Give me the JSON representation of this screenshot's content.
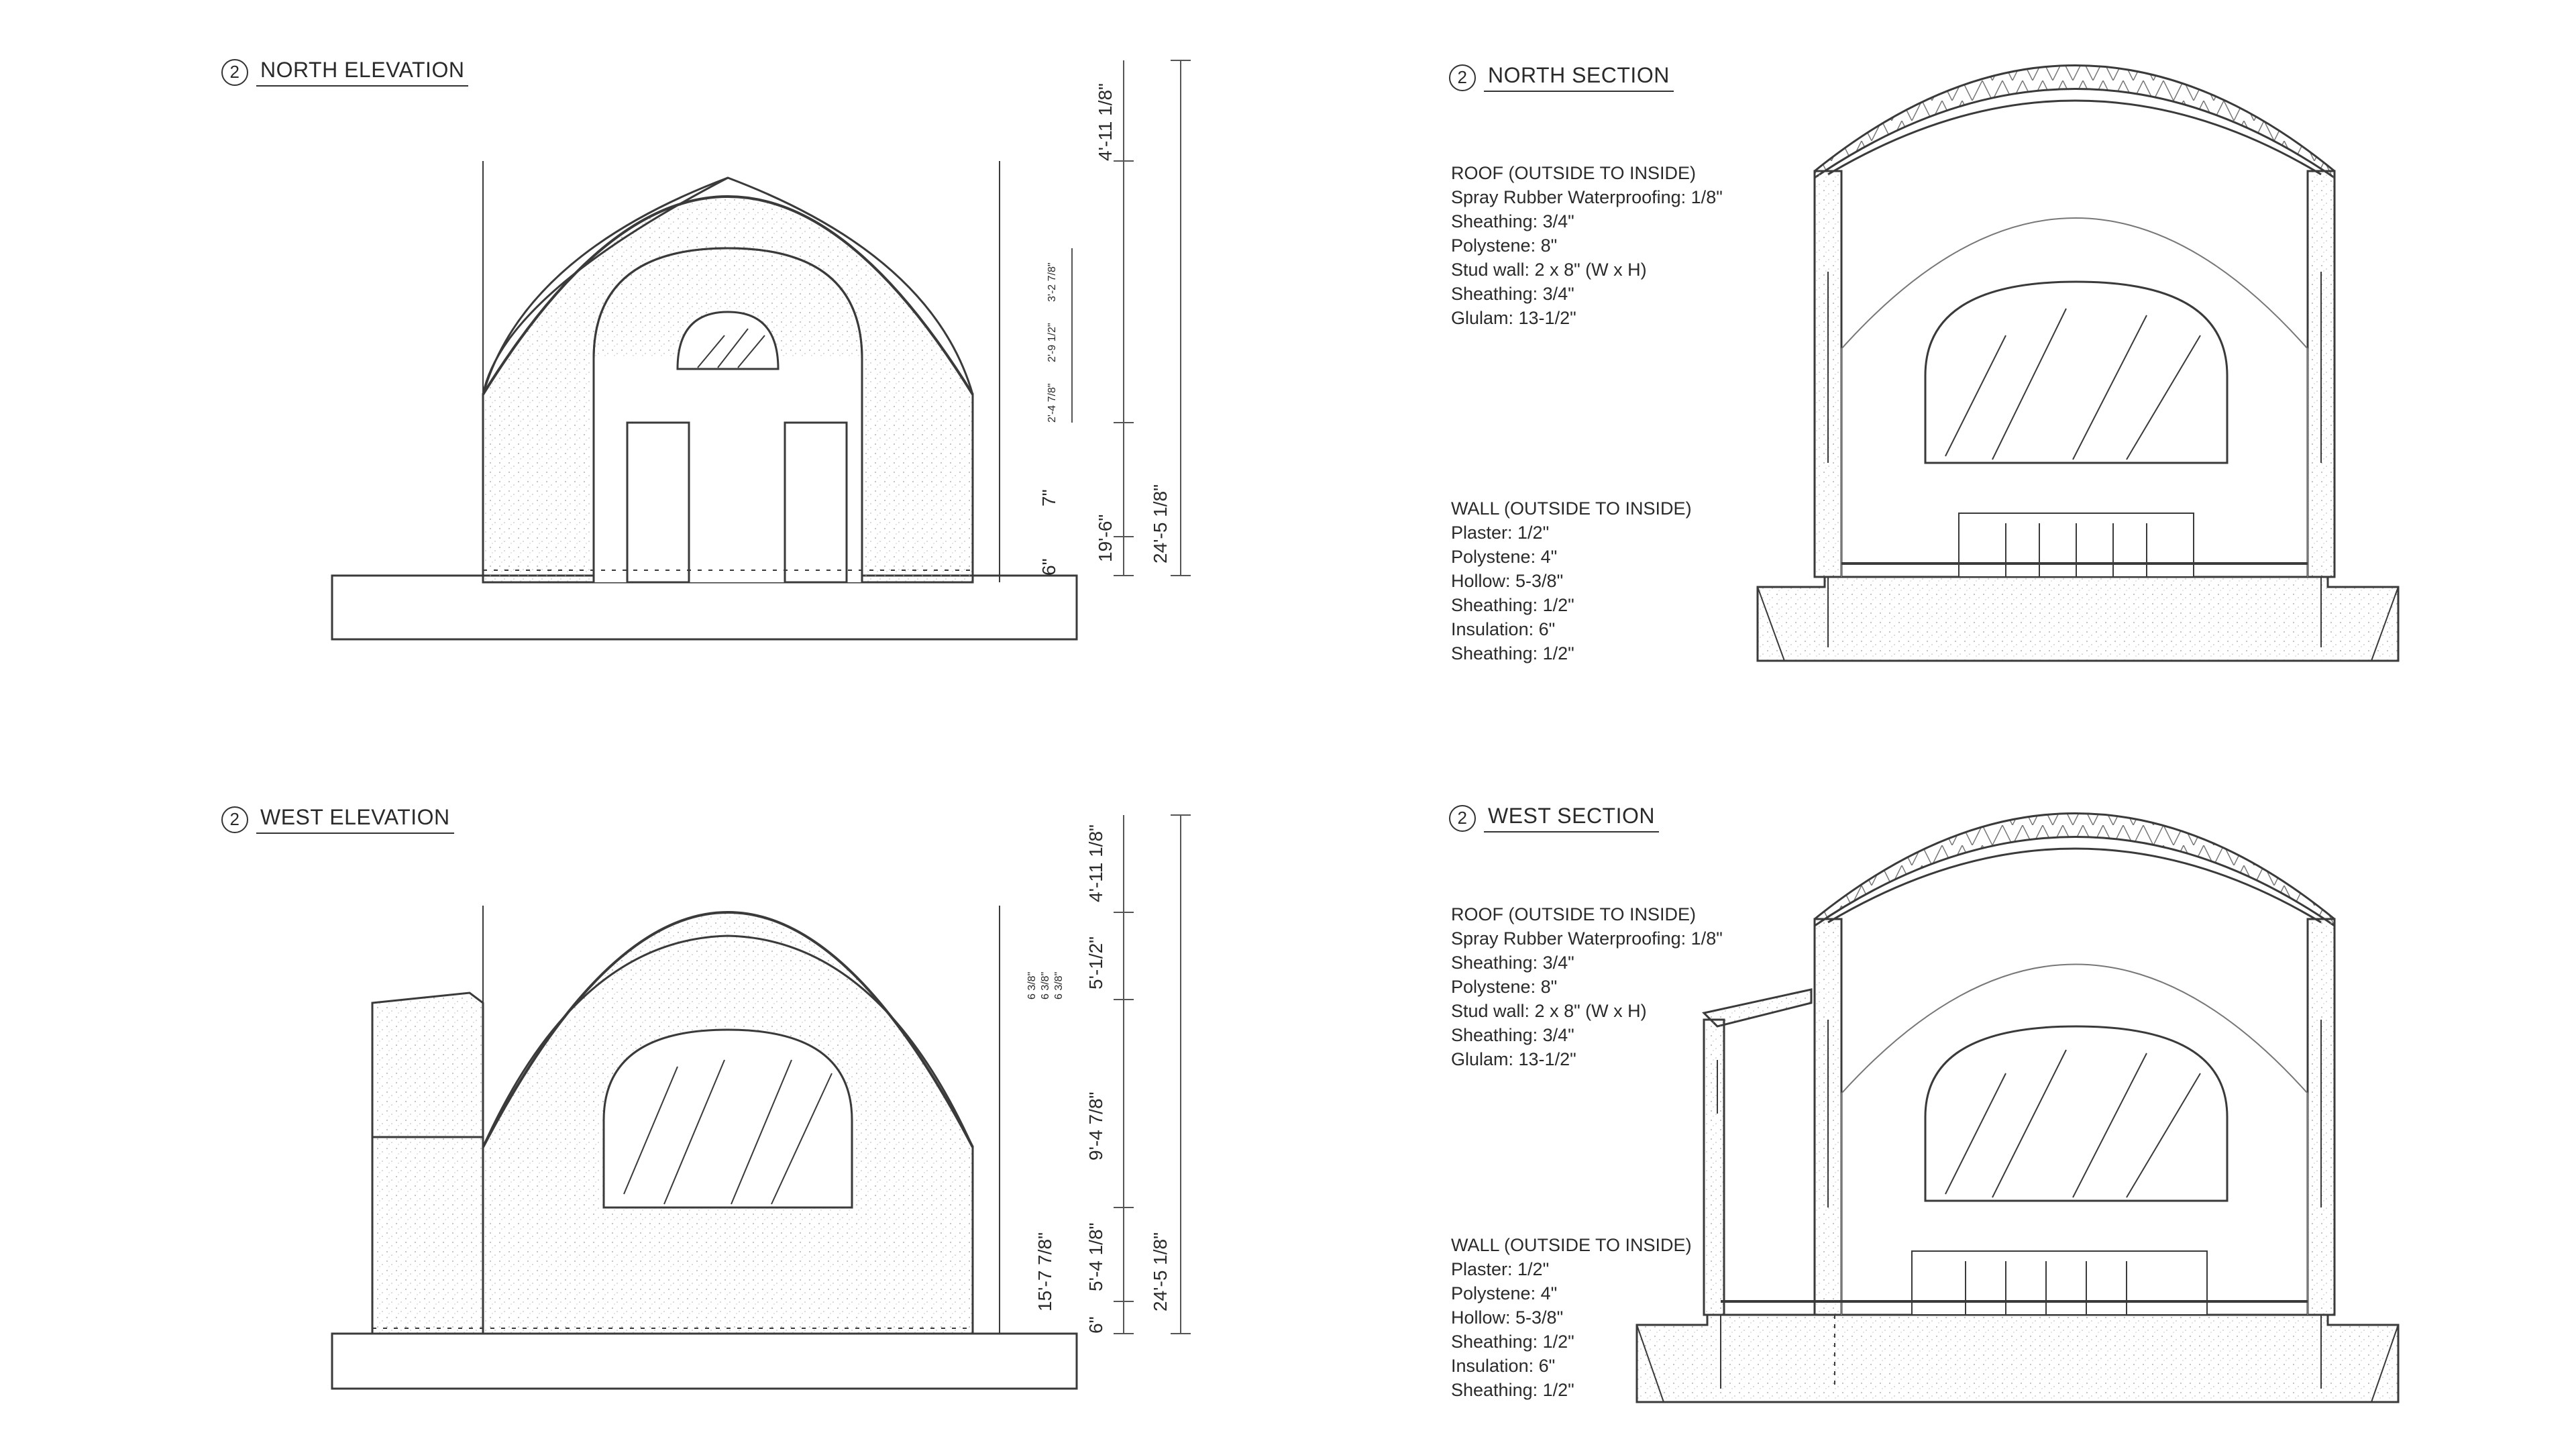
{
  "drawings": {
    "north_elevation": {
      "number": "2",
      "title": "NORTH ELEVATION"
    },
    "west_elevation": {
      "number": "2",
      "title": "WEST ELEVATION"
    },
    "north_section": {
      "number": "2",
      "title": "NORTH SECTION"
    },
    "west_section": {
      "number": "2",
      "title": "WEST SECTION"
    }
  },
  "north_elevation_dims": {
    "top": "4'-11 1/8\"",
    "small_a": "3'-2 7/8\"",
    "small_b": "2'-9 1/2\"",
    "small_c": "2'-4 7/8\"",
    "door": "7\"",
    "base": "6\"",
    "wall": "19'-6\"",
    "overall": "24'-5 1/8\""
  },
  "west_elevation_dims": {
    "top": "4'-11 1/8\"",
    "upper": "5'-1/2\"",
    "small_a": "6 3/8\"",
    "small_b": "6 3/8\"",
    "small_c": "6 3/8\"",
    "window": "9'-4 7/8\"",
    "lower": "5'-4 1/8\"",
    "base": "6\"",
    "wall": "15'-7 7/8\"",
    "overall": "24'-5 1/8\""
  },
  "north_section_spec": {
    "roof_heading": "ROOF (OUTSIDE TO INSIDE)",
    "roof": [
      "Spray Rubber Waterproofing: 1/8\"",
      "Sheathing: 3/4\"",
      "Polystene: 8\"",
      "Stud wall: 2 x 8\" (W x H)",
      "Sheathing: 3/4\"",
      "Glulam: 13-1/2\""
    ],
    "wall_heading": "WALL (OUTSIDE TO INSIDE)",
    "wall": [
      "Plaster: 1/2\"",
      "Polystene: 4\"",
      "Hollow: 5-3/8\"",
      "Sheathing: 1/2\"",
      "Insulation: 6\"",
      "Sheathing: 1/2\""
    ]
  },
  "west_section_spec": {
    "roof_heading": "ROOF (OUTSIDE TO INSIDE)",
    "roof": [
      "Spray Rubber Waterproofing: 1/8\"",
      "Sheathing: 3/4\"",
      "Polystene: 8\"",
      "Stud wall: 2 x 8\" (W x H)",
      "Sheathing: 3/4\"",
      "Glulam: 13-1/2\""
    ],
    "wall_heading": "WALL (OUTSIDE TO INSIDE)",
    "wall": [
      "Plaster: 1/2\"",
      "Polystene: 4\"",
      "Hollow: 5-3/8\"",
      "Sheathing: 1/2\"",
      "Insulation: 6\"",
      "Sheathing: 1/2\""
    ]
  }
}
